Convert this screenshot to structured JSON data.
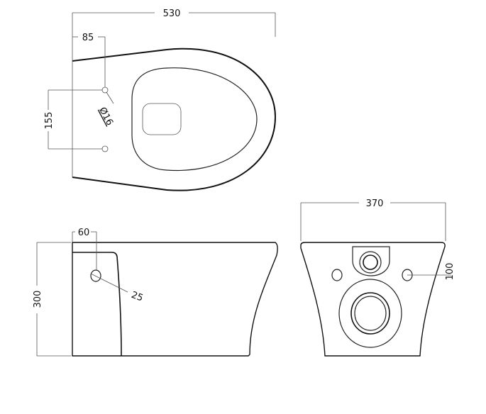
{
  "top_view": {
    "width_dim": "530",
    "hole_offset_dim": "85",
    "hole_spacing_dim": "155",
    "hole_diameter_dim": "Ø16"
  },
  "side_view": {
    "height_dim": "300",
    "inlet_offset_dim": "60",
    "inlet_diameter_dim": "25"
  },
  "front_view": {
    "width_dim": "370",
    "hole_height_dim": "100"
  }
}
